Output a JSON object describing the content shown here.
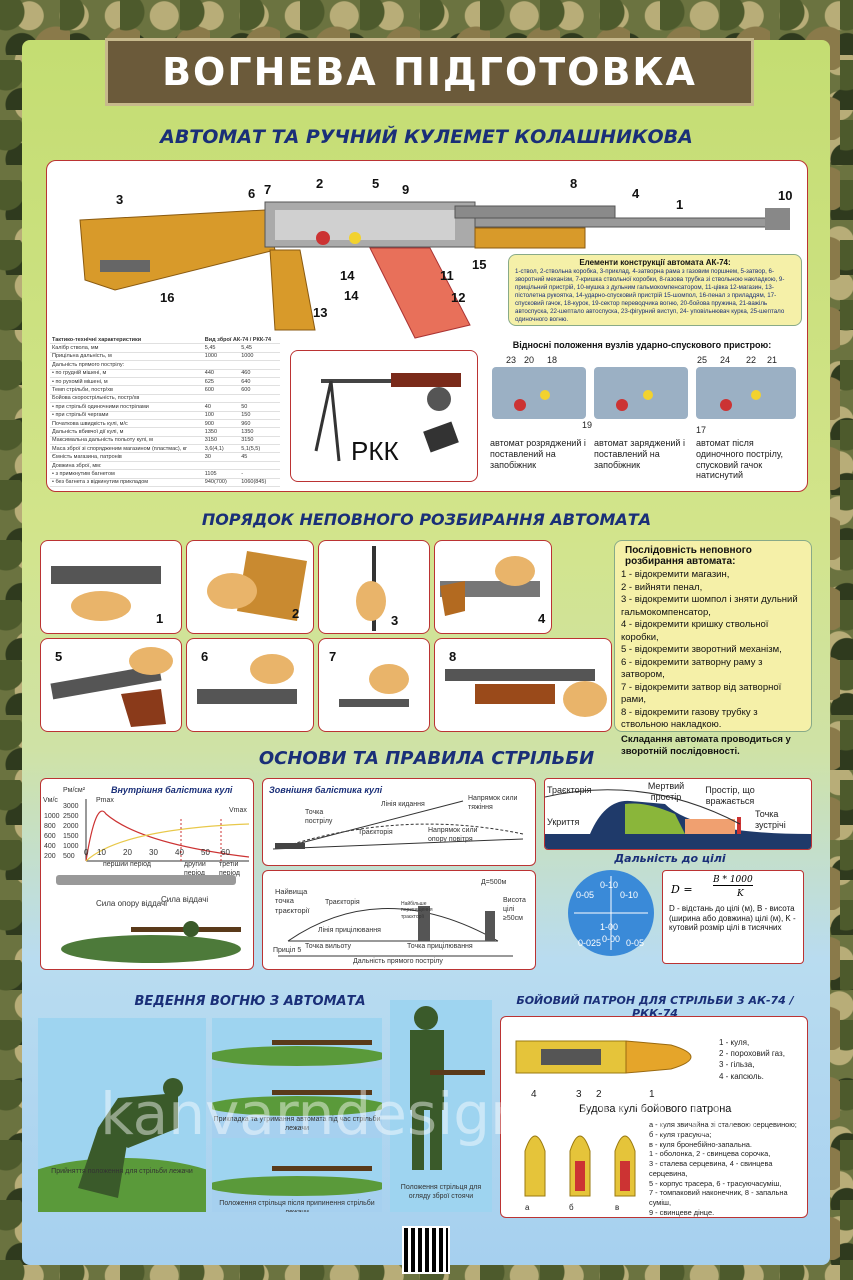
{
  "title": "ВОГНЕВА ПІДГОТОВКА",
  "sections": {
    "ak": "АВТОМАТ ТА РУЧНИЙ КУЛЕМЕТ КОЛАШНИКОВА",
    "disassembly": "ПОРЯДОК НЕПОВНОГО РОЗБИРАННЯ АВТОМАТА",
    "shooting": "ОСНОВИ ТА ПРАВИЛА СТРІЛЬБИ",
    "fire": "ВЕДЕННЯ ВОГНЮ З АВТОМАТА",
    "cartridge": "БОЙОВИЙ ПАТРОН ДЛЯ СТРІЛЬБИ З АК-74 / РКК-74"
  },
  "ak_parts": {
    "numbers": [
      "1",
      "2",
      "3",
      "4",
      "5",
      "6",
      "7",
      "8",
      "9",
      "10",
      "11",
      "12",
      "13",
      "14",
      "14",
      "15",
      "16"
    ],
    "title": "Елементи конструкції автомата АК-74:",
    "text": "1-ствол, 2-ствольна коробка, 3-приклад, 4-затворна рама з газовим поршнем, 5-затвор, 6- зворотний механізм, 7-кришка ствольної коробки, 8-газова трубка зі ствольною накладкою, 9-прицільний пристрій, 10-мушка з дульним гальмокомпенсатором, 11-цівка 12-магазин, 13-пістолетна рукоятка, 14-ударно-спусковий пристрій 15-шомпол, 16-пенал з приладдям, 17-спусковий гачок, 18-курок, 19-сектор переводчика вогню, 20-бойова пружина, 21-важіль автоспуска, 22-шептало автоспуска, 23-фігурний виступ, 24- уповільнювач курка, 25-шептало одиночного вогню."
  },
  "specs": {
    "header": [
      "Тактико-технічні характеристики",
      "Вид зброї АК-74 / РКК-74"
    ],
    "rows": [
      [
        "Калібр ствола, мм",
        "5,45",
        "5,45"
      ],
      [
        "Прицільна дальність, м",
        "1000",
        "1000"
      ],
      [
        "Дальність прямого пострілу:",
        "",
        ""
      ],
      [
        "• по грудній мішені, м",
        "440",
        "460"
      ],
      [
        "• по рухомій мішені, м",
        "625",
        "640"
      ],
      [
        "Темп стрільби, постр/хв",
        "600",
        "600"
      ],
      [
        "Бойова скорострільність, постр/хв",
        "",
        ""
      ],
      [
        "• при стрільбі одиночними пострілами",
        "40",
        "50"
      ],
      [
        "• при стрільбі чергами",
        "100",
        "150"
      ],
      [
        "Початкова швидкість кулі, м/с",
        "900",
        "960"
      ],
      [
        "Дальність вбивчої дії кулі, м",
        "1350",
        "1350"
      ],
      [
        "Максимальна дальність польоту кулі, м",
        "3150",
        "3150"
      ],
      [
        "Маса зброї зі спорядженим магазином (пластмас), кг",
        "3,6(4,1)",
        "5,1(5,5)"
      ],
      [
        "Ємність магазина, патронів",
        "30",
        "45"
      ],
      [
        "Довжина зброї, мм:",
        "",
        ""
      ],
      [
        "• з примкнутим багнетом",
        "1105",
        "-"
      ],
      [
        "• без багнета з відкинутим прикладом",
        "940(700)",
        "1060(845)"
      ]
    ]
  },
  "rpk_label": "РКК",
  "trigger": {
    "title": "Відносні положення вузлів ударно-спускового пристрою:",
    "numbers": [
      "23",
      "20",
      "18",
      "19",
      "17",
      "25",
      "24",
      "22",
      "21"
    ],
    "captions": [
      "автомат розряджений і поставлений на запобіжник",
      "автомат заряджений і поставлений на запобіжник",
      "автомат після одиночного пострілу, спусковий гачок натиснутий"
    ]
  },
  "steps": {
    "numbers": [
      "1",
      "2",
      "3",
      "4",
      "5",
      "6",
      "7",
      "8"
    ],
    "title": "Послідовність неповного розбирання автомата:",
    "items": [
      "1 - відокремити магазин,",
      "2 - вийняти пенал,",
      "3 - відокремити шомпол і зняти дульний гальмокомпенсатор,",
      "4 - відокремити кришку ствольної коробки,",
      "5 - відокремити зворотний механізм,",
      "6 - відокремити затворну раму з затвором,",
      "7 - відокремити затвор від затворної рами,",
      "8 - відокремити газову трубку з ствольною накладкою."
    ],
    "note": "Складання автомата проводиться у зворотній послідовності."
  },
  "ballistics": {
    "inner_title": "Внутрішня балістика кулі",
    "inner_labels": [
      "Рм/см²",
      "Vм/с",
      "Рmax",
      "Vmax",
      "перший період",
      "другий період",
      "третій період"
    ],
    "y_ticks": [
      "3000",
      "2500",
      "2000",
      "1500",
      "1000",
      "500"
    ],
    "y2_ticks": [
      "1000",
      "800",
      "600",
      "400",
      "200"
    ],
    "x_ticks": [
      "0",
      "10",
      "20",
      "30",
      "40",
      "50",
      "60"
    ],
    "forces": [
      "Сила опору віддачі",
      "Сила віддачі"
    ],
    "outer_title": "Зовнішня балістика кулі",
    "outer_labels": [
      "Точка пострілу",
      "Лінія кидання",
      "Напрямок сили тяжіння",
      "Траєкторія",
      "Напрямок сили опору повітря"
    ],
    "range_labels": [
      "Найвища точка траєкторії",
      "Траєкторія",
      "Лінія прицілювання",
      "Найбільше перевищення траєкторії",
      "Д=500м",
      "Висота цілі ≥50см",
      "Точка вильоту",
      "Точка прицілювання",
      "Приціл 5",
      "Дальність прямого пострілу"
    ],
    "terrain": [
      "Траєкторія",
      "Мертвий простір",
      "Простір, що вражається",
      "Укриття",
      "Точка зустрічі"
    ],
    "distance_title": "Дальність до цілі",
    "reticle": [
      "0-10",
      "0-05",
      "0-10",
      "1-00",
      "0-00",
      "0-025",
      "0-05"
    ],
    "formula_top": "B * 1000",
    "formula_bottom": "K",
    "formula_left": "D =",
    "formula_text": "D - відстань до цілі (м), B - висота (ширина або довжина) цілі (м), K - кутовий розмір цілі в тисячних"
  },
  "fire": {
    "captions": [
      "Прийняття положення для стрільби лежачи",
      "Прикладка та утримання автомата під час стрільби лежачи",
      "Положення стрільця після припинення стрільби лежачи",
      "Положення стрільця для огляду зброї стоячи"
    ]
  },
  "cartridge": {
    "nums": [
      "4",
      "3",
      "2",
      "1"
    ],
    "legend": [
      "1 - куля,",
      "2 - пороховий газ,",
      "3 - гільза,",
      "4 - капсюль."
    ],
    "bullet_title": "Будова кулі бойового патрона",
    "bullet_types": [
      "а - куля звичайна зі сталевою серцевиною;",
      "б - куля трасуюча;",
      "в - куля бронебійно-запальна.",
      "1 - оболонка, 2 - свинцева сорочка,",
      "3 - сталева серцевина, 4 - свинцева серцевина,",
      "5 - корпус трасера, 6 - трасуючасуміш,",
      "7 - томпаковий наконечник, 8 - запальна суміш,",
      "9 - свинцеве дінце."
    ],
    "letters": [
      "а",
      "б",
      "в"
    ]
  },
  "watermark": "kanvarndesign.com.ua",
  "colors": {
    "heading": "#1a2f78",
    "frame": "#6b5a3a",
    "border": "#b33",
    "wood": "#d89a2a",
    "metal": "#6b6b6b"
  }
}
